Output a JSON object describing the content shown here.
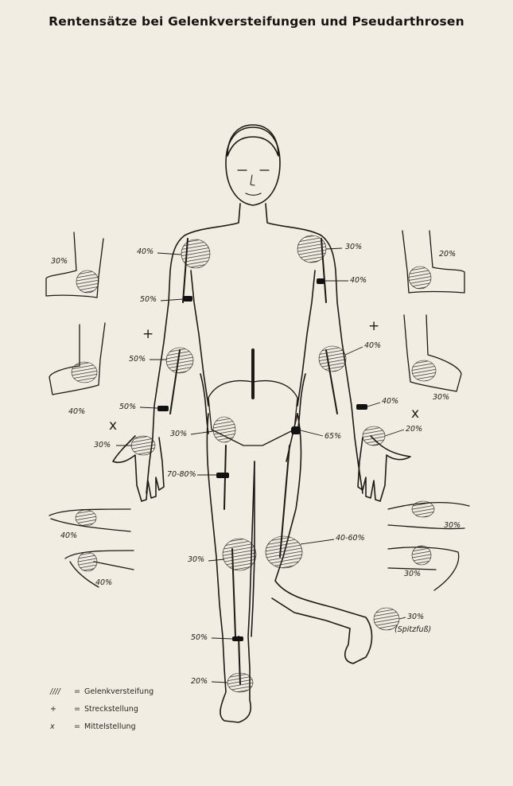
{
  "title": "Rentensätze bei Gelenkversteifungen und Pseudarthrosen",
  "symbols": {
    "plus": "+",
    "cross": "x"
  },
  "labels": {
    "l_shoulder": "40%",
    "l_upperarm": "50%",
    "l_elbow": "50%",
    "l_forearm": "50%",
    "l_wrist": "30%",
    "l_hip": "30%",
    "l_femur": "70-80%",
    "l_knee": "30%",
    "l_tibia": "50%",
    "l_ankle": "20%",
    "r_shoulder": "30%",
    "r_upperarm": "40%",
    "r_elbow": "40%",
    "r_forearm": "40%",
    "r_wrist": "20%",
    "r_hip": "65%",
    "r_knee": "40-60%",
    "r_foot": "30%",
    "r_foot_note": "(Spitzfuß)",
    "inset_lt": "30%",
    "inset_lm": "40%",
    "inset_lwrist1": "40%",
    "inset_lwrist2": "40%",
    "inset_rt": "20%",
    "inset_rm": "30%",
    "inset_rwrist1": "30%",
    "inset_rwrist2": "30%"
  },
  "legend": [
    {
      "key": "////",
      "text": "Gelenkversteifung"
    },
    {
      "key": "+",
      "text": "Streckstellung"
    },
    {
      "key": "x",
      "text": "Mittelstellung"
    }
  ]
}
